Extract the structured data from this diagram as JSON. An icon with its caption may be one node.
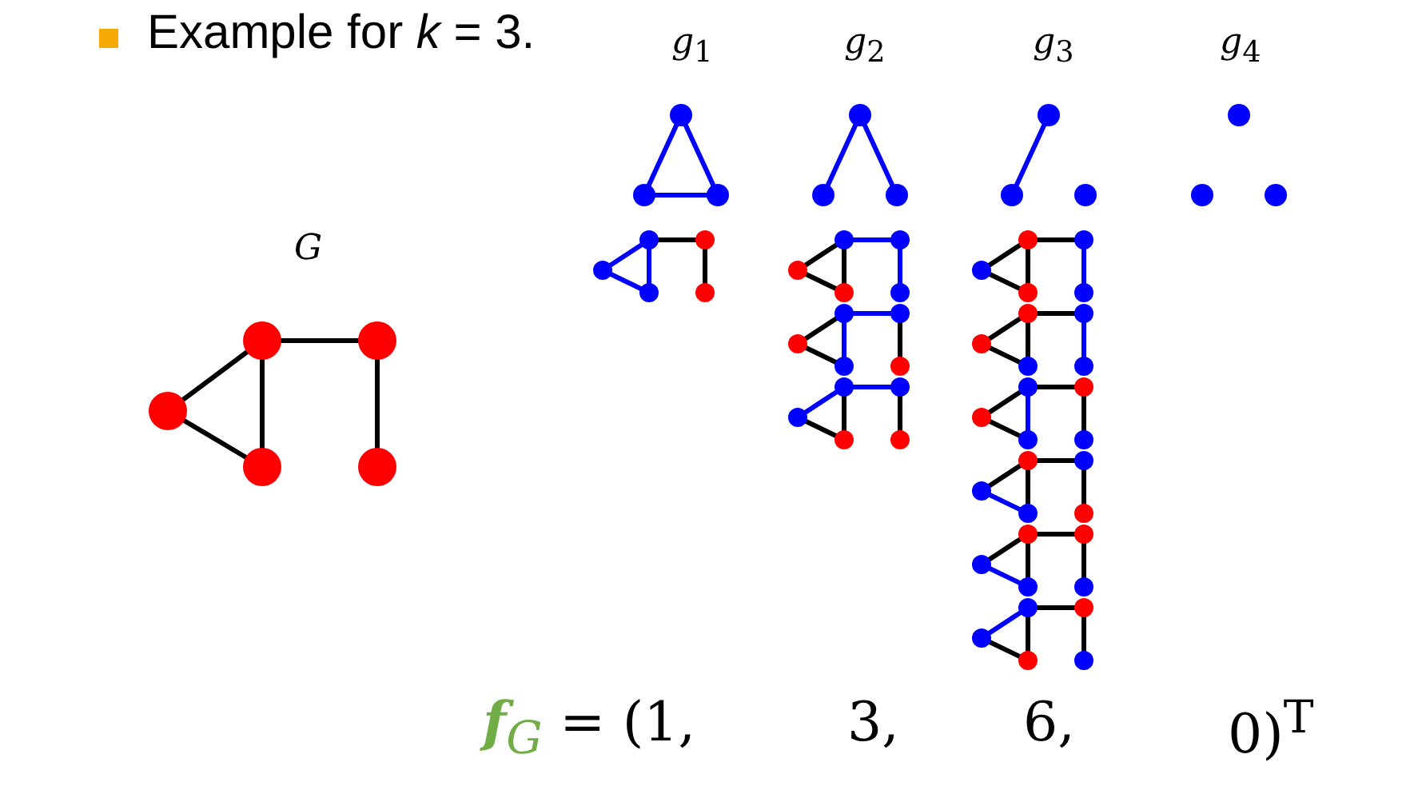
{
  "diagram": {
    "labels": [
      "Example for *k* = 3.",
      "*g*$_{1}$",
      "*g*$_{2}$",
      "*g*$_{3}$",
      "*g*$_{4}$",
      "*G*",
      "*f*$_{G}$ = (1,",
      "3,",
      "6,",
      "0)$^{T}$"
    ]
  }
}
